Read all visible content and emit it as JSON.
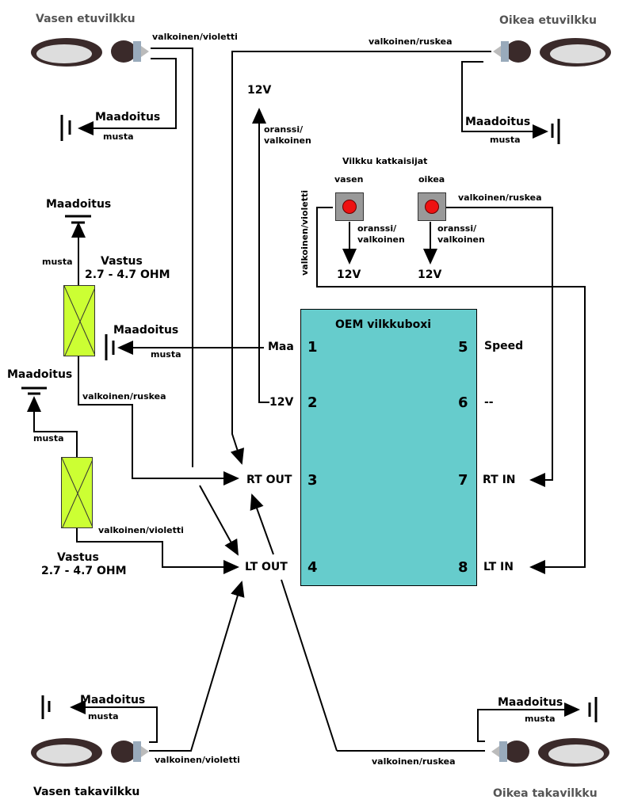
{
  "diagram": {
    "title": "OEM vilkkuboxi wiring",
    "lamps": {
      "front_left": "Vasen etuvilkku",
      "front_right": "Oikea etuvilkku",
      "rear_left": "Vasen takavilkku",
      "rear_right": "Oikea takavilkku"
    },
    "wires": {
      "white_violet": "valkoinen/violetti",
      "white_brown": "valkoinen/ruskea",
      "black": "musta",
      "orange_white_1": "oranssi/",
      "orange_white_2": "valkoinen"
    },
    "ground": "Maadoitus",
    "voltage": "12V",
    "switches": {
      "title": "Vilkku katkaisijat",
      "left": "vasen",
      "right": "oikea"
    },
    "resistor": {
      "label": "Vastus",
      "value": "2.7 - 4.7 OHM"
    },
    "box": {
      "title": "OEM vilkkuboxi",
      "pins": [
        {
          "num": "1",
          "name": "Maa"
        },
        {
          "num": "2",
          "name": "12V"
        },
        {
          "num": "3",
          "name": "RT OUT"
        },
        {
          "num": "4",
          "name": "LT OUT"
        },
        {
          "num": "5",
          "name": "Speed"
        },
        {
          "num": "6",
          "name": "--"
        },
        {
          "num": "7",
          "name": "RT IN"
        },
        {
          "num": "8",
          "name": "LT IN"
        }
      ]
    },
    "colors": {
      "box_fill": "#66cccc",
      "resistor_fill": "#ccff33",
      "switch_body": "#999999",
      "switch_button": "#ee1111"
    }
  }
}
